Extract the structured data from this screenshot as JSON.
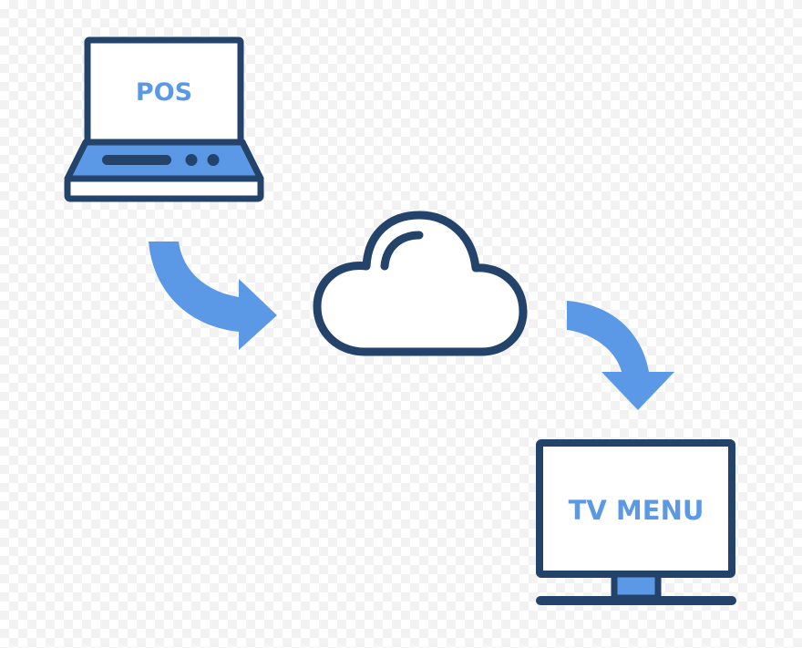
{
  "colors": {
    "outline": "#23436b",
    "accent": "#5b99e6",
    "fill": "#ffffff"
  },
  "nodes": {
    "pos": {
      "label": "POS",
      "icon": "laptop-icon"
    },
    "cloud": {
      "icon": "cloud-icon"
    },
    "tv": {
      "label": "TV MENU",
      "icon": "monitor-icon"
    }
  },
  "edges": [
    {
      "from": "pos",
      "to": "cloud",
      "icon": "curved-arrow-icon"
    },
    {
      "from": "cloud",
      "to": "tv",
      "icon": "curved-arrow-icon"
    }
  ]
}
